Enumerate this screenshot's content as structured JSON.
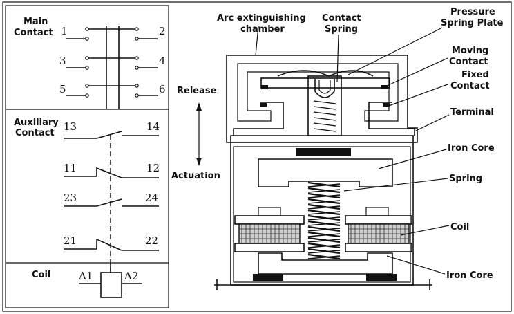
{
  "schematic": {
    "main_contact": "Main\nContact",
    "main_contact_l1": "Main",
    "main_contact_l2": "Contact",
    "main_numbers": [
      "1",
      "2",
      "3",
      "4",
      "5",
      "6"
    ],
    "aux_contact_l1": "Auxiliary",
    "aux_contact_l2": "Contact",
    "aux_numbers": [
      "13",
      "14",
      "11",
      "12",
      "23",
      "24",
      "21",
      "22"
    ],
    "coil": "Coil",
    "coil_terminals": [
      "A1",
      "A2"
    ]
  },
  "motion": {
    "release": "Release",
    "actuation": "Actuation"
  },
  "callouts": {
    "arc_l1": "Arc extinguishing",
    "arc_l2": "chamber",
    "spring_l1": "Contact",
    "spring_l2": "Spring",
    "plate_l1": "Pressure",
    "plate_l2": "Spring Plate",
    "moving_l1": "Moving",
    "moving_l2": "Contact",
    "fixed_l1": "Fixed",
    "fixed_l2": "Contact",
    "terminal": "Terminal",
    "iron_core_top": "Iron Core",
    "spring": "Spring",
    "coil": "Coil",
    "iron_core_bottom": "Iron Core"
  }
}
